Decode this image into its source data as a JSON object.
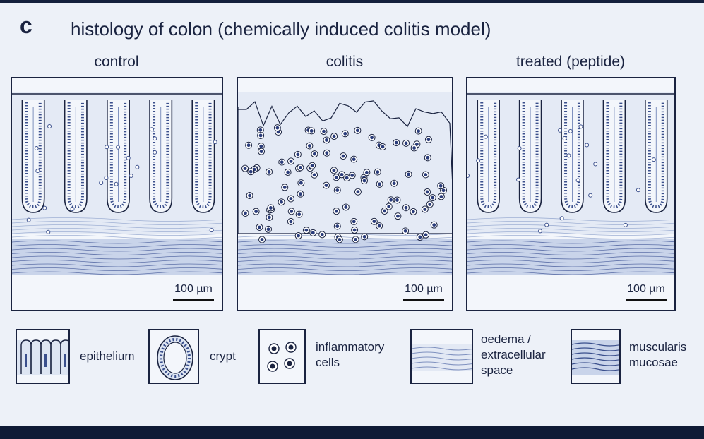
{
  "header": {
    "panel_letter": "c",
    "title": "histology of colon (chemically induced colitis model)"
  },
  "panels": [
    {
      "label": "control",
      "scale": "100 µm"
    },
    {
      "label": "colitis",
      "scale": "100 µm"
    },
    {
      "label": "treated (peptide)",
      "scale": "100 µm"
    }
  ],
  "legend": [
    {
      "line1": "epithelium",
      "line2": "",
      "line3": "",
      "icon": "epithelium-icon"
    },
    {
      "line1": "crypt",
      "line2": "",
      "line3": "",
      "icon": "crypt-icon"
    },
    {
      "line1": "inflammatory",
      "line2": "cells",
      "line3": "",
      "icon": "inflammatory-cells-icon"
    },
    {
      "line1": "oedema /",
      "line2": "extracellular",
      "line3": "space",
      "icon": "oedema-icon"
    },
    {
      "line1": "muscularis",
      "line2": "mucosae",
      "line3": "",
      "icon": "muscularis-icon"
    }
  ],
  "colors": {
    "ink": "#1a2340",
    "tissue": "#dde5f2",
    "cell": "#3a4f8c",
    "muscle": "#b9c7e0"
  }
}
